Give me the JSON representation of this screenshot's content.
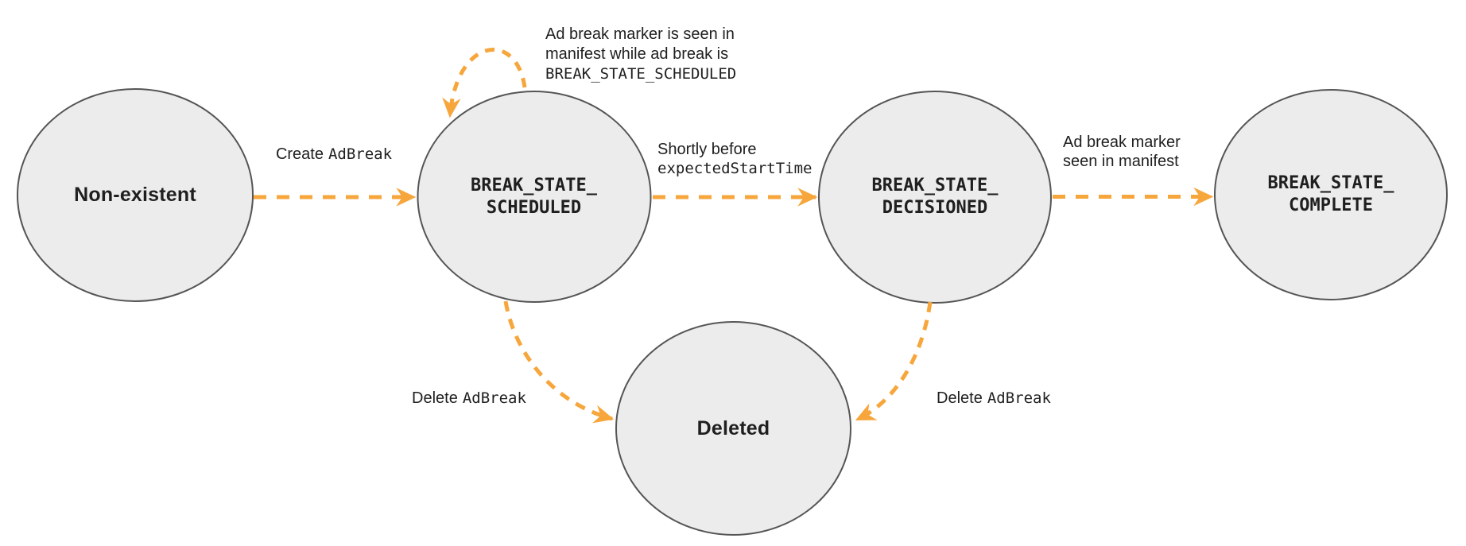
{
  "colors": {
    "arrow": "#F7A63C",
    "node_fill": "#ECECEC",
    "node_border": "#555555",
    "text": "#1F1F1F"
  },
  "states": {
    "non_existent": {
      "label": "Non-existent"
    },
    "scheduled": {
      "line1": "BREAK_STATE_",
      "line2": "SCHEDULED"
    },
    "decisioned": {
      "line1": "BREAK_STATE_",
      "line2": "DECISIONED"
    },
    "complete": {
      "line1": "BREAK_STATE_",
      "line2": "COMPLETE"
    },
    "deleted": {
      "label": "Deleted"
    }
  },
  "transitions": {
    "create": {
      "plain": "Create",
      "code": "AdBreak"
    },
    "self_loop": {
      "line1": "Ad break marker is seen in",
      "line2": "manifest while ad break is",
      "code": "BREAK_STATE_SCHEDULED"
    },
    "shortly_before": {
      "plain": "Shortly before",
      "code": "expectedStartTime"
    },
    "marker_seen": {
      "line1": "Ad break marker",
      "line2": "seen in manifest"
    },
    "delete_left": {
      "plain": "Delete",
      "code": "AdBreak"
    },
    "delete_right": {
      "plain": "Delete",
      "code": "AdBreak"
    }
  }
}
